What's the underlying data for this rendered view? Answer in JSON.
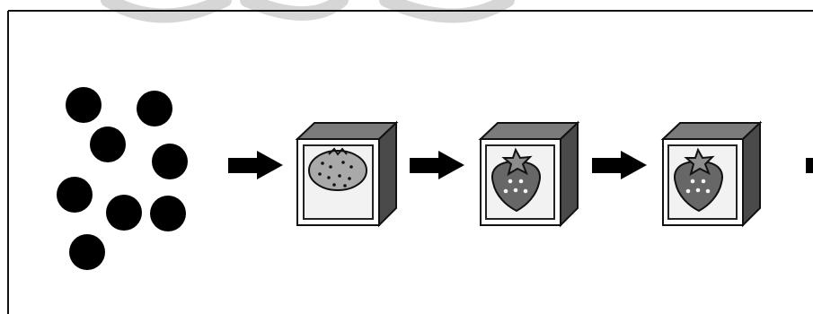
{
  "diagram": {
    "colors": {
      "ink": "#000000",
      "background": "#ffffff",
      "cube_front_border": "#232323",
      "cube_side": "#4a4a4a",
      "cube_top": "#7b7b7b",
      "inner_panel": "#f2f2f2",
      "fruit_light": "#a9a9a9",
      "fruit_dark": "#676767",
      "seed": "#f5f5f5",
      "leaf": "#8d8d8d",
      "watermark": "#d6d6d6"
    },
    "frame": {
      "stroke": "#111111"
    },
    "watermark": {
      "present": true
    },
    "input_dots": {
      "count": 8
    },
    "stages": [
      {
        "icon": "round-fruit-icon"
      },
      {
        "icon": "strawberry-icon"
      },
      {
        "icon": "strawberry-icon"
      }
    ],
    "arrows": [
      {
        "id": "arrow-1",
        "type": "right-arrow"
      },
      {
        "id": "arrow-2",
        "type": "right-arrow"
      },
      {
        "id": "arrow-3",
        "type": "right-arrow"
      },
      {
        "id": "arrow-4",
        "type": "partial-right-arrow"
      }
    ]
  }
}
